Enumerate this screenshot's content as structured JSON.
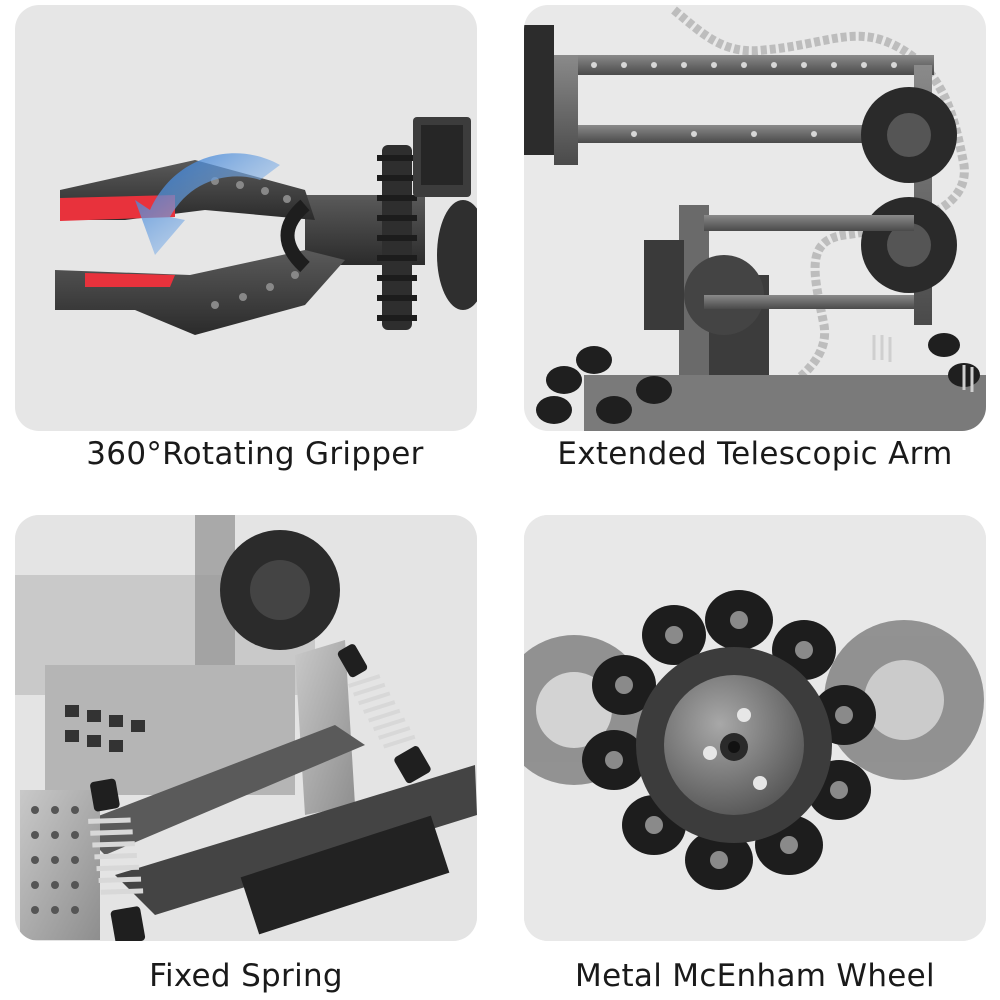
{
  "features": [
    {
      "caption": "360°Rotating Gripper",
      "icon": "gripper-photo"
    },
    {
      "caption": "Extended Telescopic Arm",
      "icon": "telescopic-arm-photo"
    },
    {
      "caption": "Fixed Spring",
      "icon": "spring-suspension-photo"
    },
    {
      "caption": "Metal McEnham Wheel",
      "icon": "mecanum-wheel-photo"
    }
  ],
  "colors": {
    "tile_background": "#e8e8e8",
    "accent_red": "#e8323c",
    "rotation_arrow_blue": "#3d8fe0",
    "metal_dark": "#3a3a3a"
  }
}
